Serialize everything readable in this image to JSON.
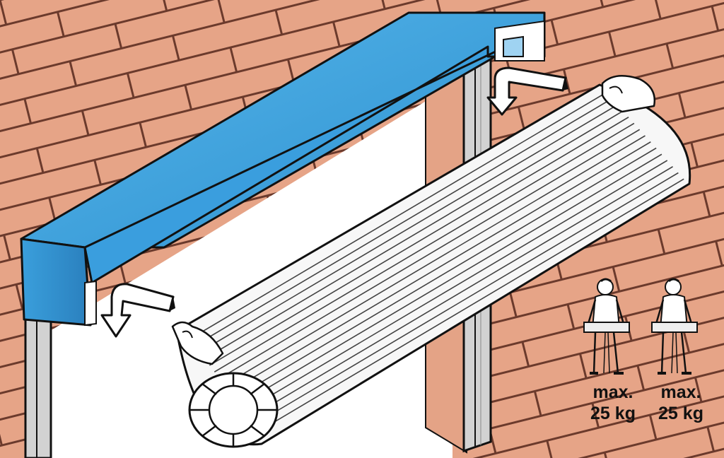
{
  "illustration": {
    "colors": {
      "brick": "#e6a487",
      "mortar": "#6b3a2c",
      "housing_blue": "#3aa3dd",
      "housing_blue_dark": "#2b86c2",
      "rail_grey": "#c9c9c9",
      "outline": "#111111",
      "slat_white": "#ffffff"
    },
    "icons": [
      "arrow-curved-down-icon",
      "person-carrying-box-icon"
    ],
    "carriers": [
      {
        "max_label": "max.",
        "weight_label": "25 kg"
      },
      {
        "max_label": "max.",
        "weight_label": "25 kg"
      }
    ]
  }
}
